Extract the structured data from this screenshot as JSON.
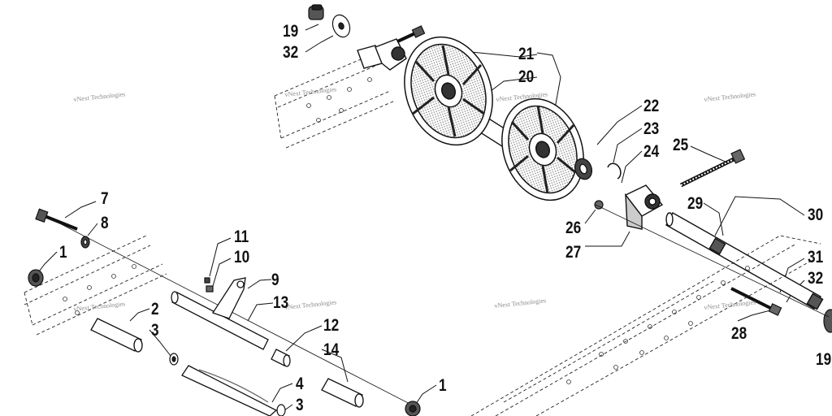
{
  "diagram": {
    "watermark_text": "vNext Technologies",
    "ink_color": "#111111",
    "labels": [
      {
        "id": "label-19-top",
        "text": "19"
      },
      {
        "id": "label-32-top",
        "text": "32"
      },
      {
        "id": "label-21",
        "text": "21"
      },
      {
        "id": "label-20",
        "text": "20"
      },
      {
        "id": "label-22",
        "text": "22"
      },
      {
        "id": "label-23",
        "text": "23"
      },
      {
        "id": "label-24",
        "text": "24"
      },
      {
        "id": "label-25",
        "text": "25"
      },
      {
        "id": "label-29",
        "text": "29"
      },
      {
        "id": "label-30",
        "text": "30"
      },
      {
        "id": "label-31",
        "text": "31"
      },
      {
        "id": "label-32-right",
        "text": "32"
      },
      {
        "id": "label-19-right",
        "text": "19"
      },
      {
        "id": "label-26",
        "text": "26"
      },
      {
        "id": "label-27",
        "text": "27"
      },
      {
        "id": "label-28",
        "text": "28"
      },
      {
        "id": "label-7",
        "text": "7"
      },
      {
        "id": "label-8",
        "text": "8"
      },
      {
        "id": "label-1-left",
        "text": "1"
      },
      {
        "id": "label-11",
        "text": "11"
      },
      {
        "id": "label-10",
        "text": "10"
      },
      {
        "id": "label-9",
        "text": "9"
      },
      {
        "id": "label-13",
        "text": "13"
      },
      {
        "id": "label-2",
        "text": "2"
      },
      {
        "id": "label-3-mid",
        "text": "3"
      },
      {
        "id": "label-12",
        "text": "12"
      },
      {
        "id": "label-14",
        "text": "14"
      },
      {
        "id": "label-4",
        "text": "4"
      },
      {
        "id": "label-3-bottom",
        "text": "3"
      },
      {
        "id": "label-1-bottom",
        "text": "1"
      }
    ]
  }
}
